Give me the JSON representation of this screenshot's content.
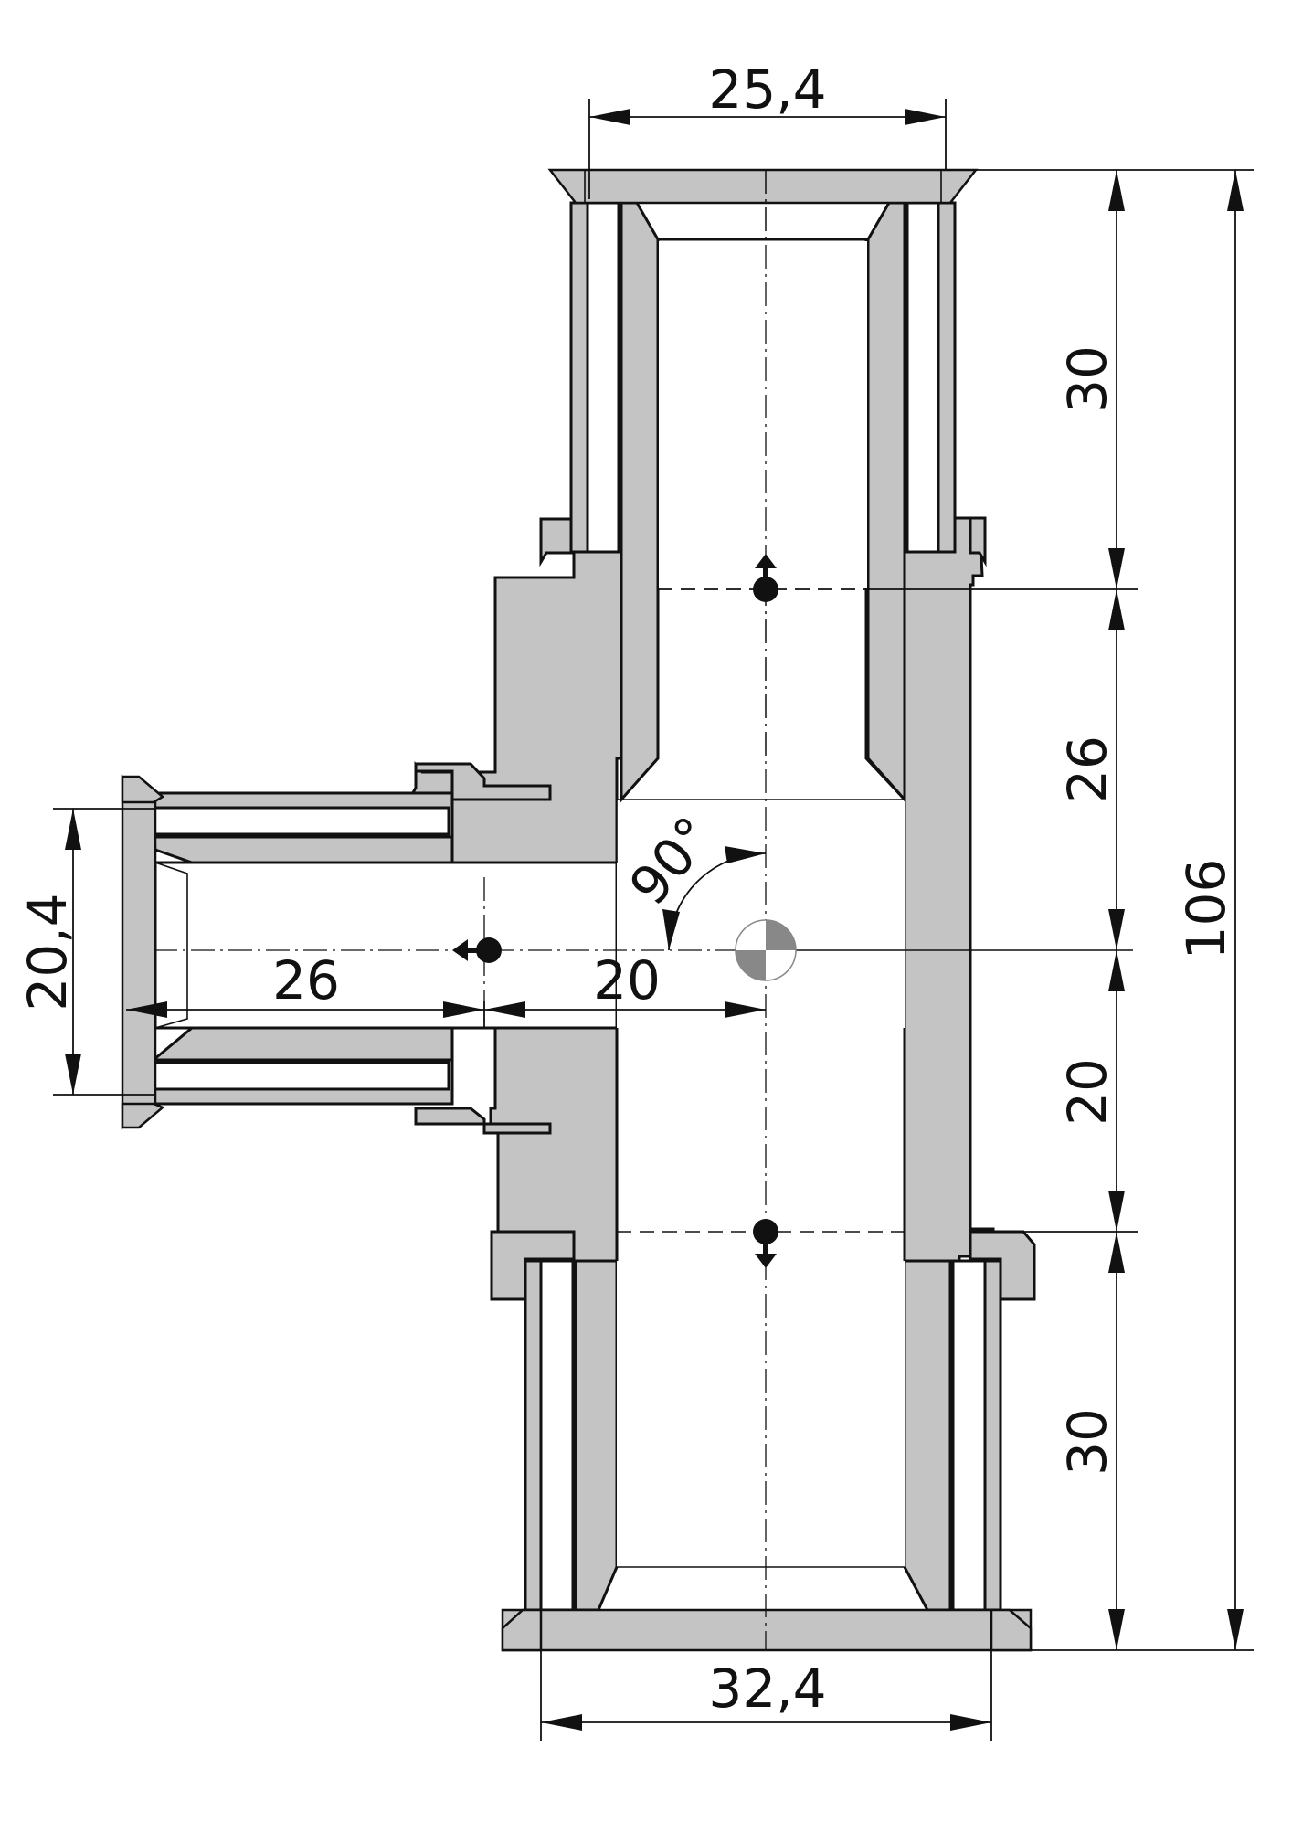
{
  "colors": {
    "section_fill": "#c4c4c4",
    "line": "#111111",
    "background": "#ffffff"
  },
  "dimensions": {
    "top_width": "25,4",
    "bottom_width": "32,4",
    "branch_width": "20,4",
    "branch_length": "26",
    "branch_offset": "20",
    "angle": "90°",
    "upper_socket": "30",
    "upper_body": "26",
    "lower_body": "20",
    "lower_socket": "30",
    "overall_height": "106"
  }
}
